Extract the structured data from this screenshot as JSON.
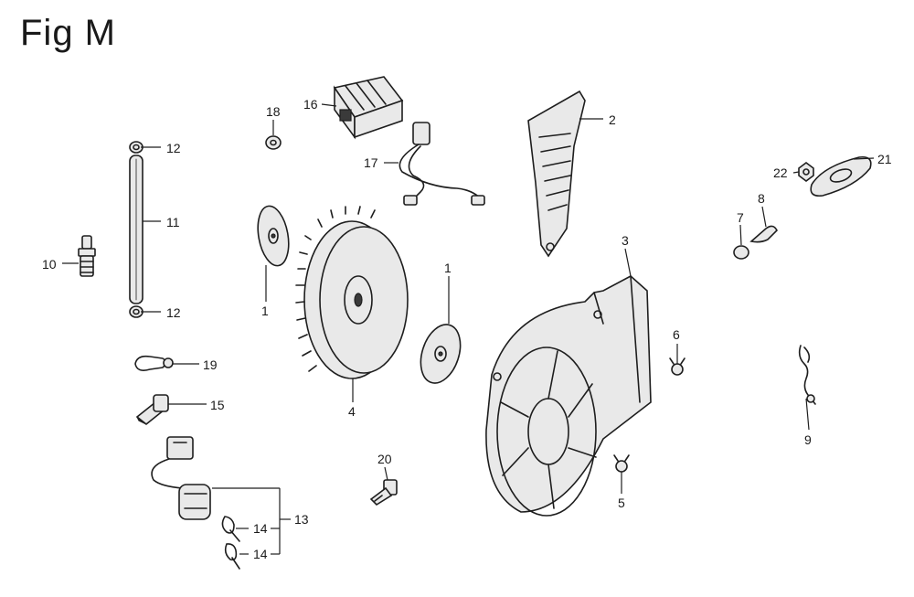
{
  "figure": {
    "title": "Fig M"
  },
  "callouts": {
    "c1a": "1",
    "c1b": "1",
    "c2": "2",
    "c3": "3",
    "c4": "4",
    "c5": "5",
    "c6": "6",
    "c7": "7",
    "c8": "8",
    "c9": "9",
    "c10": "10",
    "c11": "11",
    "c12a": "12",
    "c12b": "12",
    "c13": "13",
    "c14a": "14",
    "c14b": "14",
    "c15": "15",
    "c16": "16",
    "c17": "17",
    "c18": "18",
    "c19": "19",
    "c20": "20",
    "c21": "21",
    "c22": "22"
  },
  "colors": {
    "ink": "#1e1e1e",
    "background": "#ffffff"
  }
}
